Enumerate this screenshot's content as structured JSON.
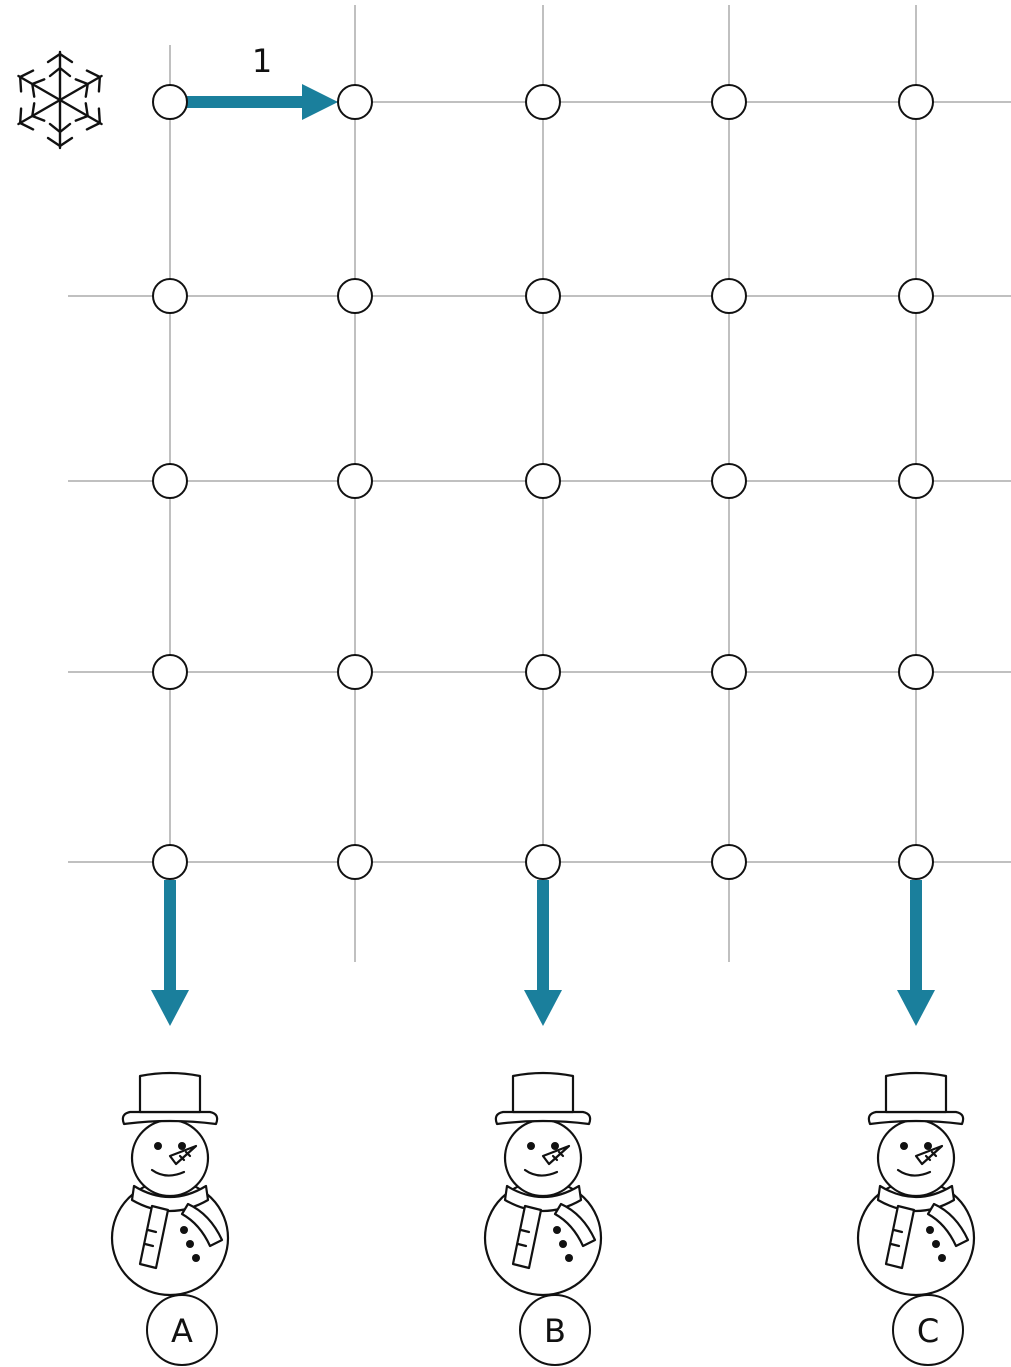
{
  "colors": {
    "arrow": "#1a7f9c",
    "grid": "#c0c0c0",
    "ink": "#111111",
    "background": "#ffffff"
  },
  "grid": {
    "columns": 5,
    "rows": 5
  },
  "start": {
    "icon": "snowflake-icon"
  },
  "first_step": {
    "label": "1",
    "direction": "right"
  },
  "targets": [
    {
      "label": "A",
      "icon": "snowman-icon",
      "column": 1
    },
    {
      "label": "B",
      "icon": "snowman-icon",
      "column": 3
    },
    {
      "label": "C",
      "icon": "snowman-icon",
      "column": 5
    }
  ]
}
